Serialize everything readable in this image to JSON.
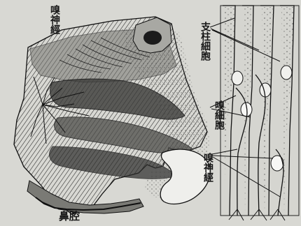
{
  "labels": {
    "olfactory_nerve_top": "嗅神經",
    "supporting_cells": "支柱細胞",
    "olfactory_cells": "嗅細胞",
    "olfactory_nerve_right": "嗅神經",
    "nasal_cavity": "鼻腔"
  }
}
